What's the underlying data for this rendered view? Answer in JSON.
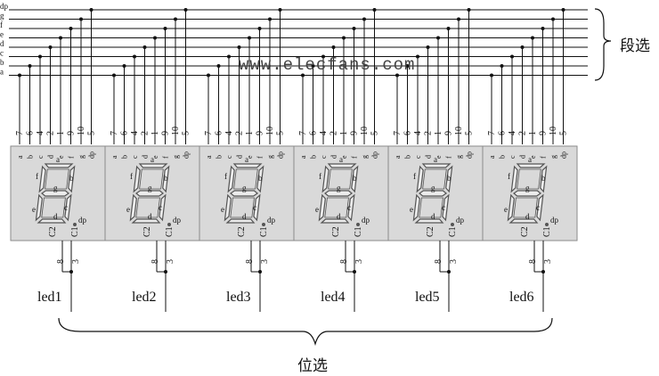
{
  "bus_lines": [
    "dp",
    "g",
    "f",
    "e",
    "d",
    "c",
    "b",
    "a"
  ],
  "bus_label": "段选",
  "digit_label": "位选",
  "watermark": "www.elecfans.com",
  "pin_numbers": [
    "7",
    "6",
    "4",
    "2",
    "1",
    "9",
    "10",
    "5"
  ],
  "pin_letters": [
    "a",
    "b",
    "c",
    "d",
    "e",
    "f",
    "g",
    "dp"
  ],
  "segment_letters": {
    "a": "a",
    "b": "b",
    "c": "c",
    "d": "d",
    "e": "e",
    "f": "f",
    "g": "g",
    "dp": "dp"
  },
  "common_pins": {
    "c2": "C2",
    "c1": "C1",
    "pin_left": "8",
    "pin_right": "3"
  },
  "digits": [
    {
      "label": "led1"
    },
    {
      "label": "led2"
    },
    {
      "label": "led3"
    },
    {
      "label": "led4"
    },
    {
      "label": "led5"
    },
    {
      "label": "led6"
    }
  ],
  "colors": {
    "line": "#111111",
    "panel": "#d9d9d9",
    "panel_border": "#8a8a8a",
    "segment": "#b8b8b8",
    "watermark": "#444444"
  }
}
